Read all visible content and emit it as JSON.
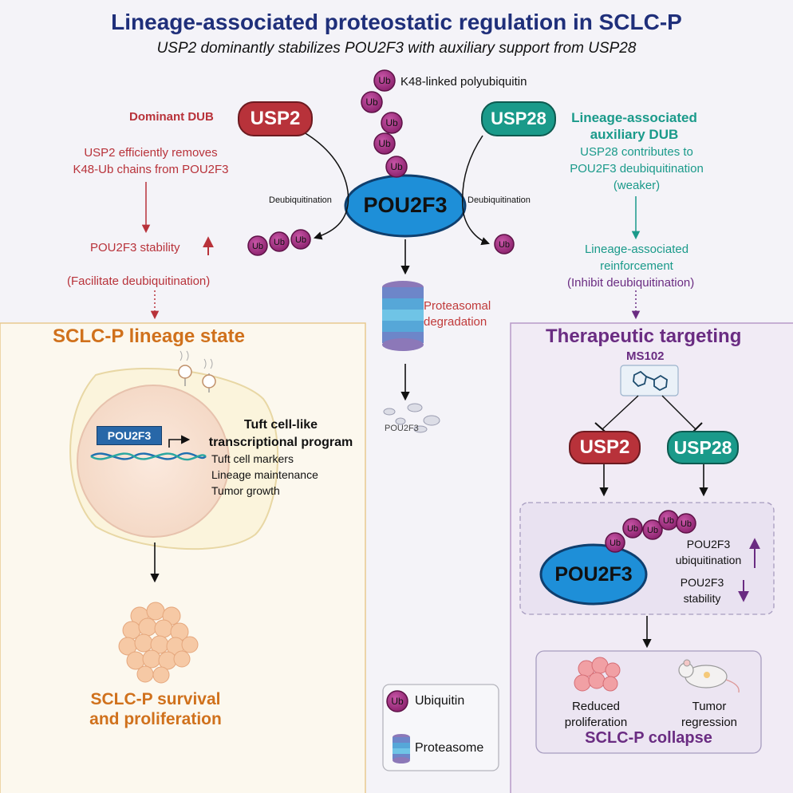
{
  "title": "Lineage-associated proteostatic regulation in SCLC-P",
  "subtitle": "USP2 dominantly stabilizes POU2F3 with auxiliary support from USP28",
  "top": {
    "ub_chain_label": "K48-linked polyubiquitin",
    "ub": "Ub",
    "pou2f3": "POU2F3",
    "deubiq_left": "Deubiquitination",
    "deubiq_right": "Deubiquitination",
    "proteasomal_degradation": [
      "Proteasomal",
      "degradation"
    ],
    "fragments_label": "POU2F3"
  },
  "left_branch": {
    "dominant_dub": "Dominant DUB",
    "usp2": "USP2",
    "desc": [
      "USP2 efficiently removes",
      "K48-Ub chains from POU2F3"
    ],
    "stability": "POU2F3 stability",
    "facilitate": "(Facilitate deubiquitination)"
  },
  "right_branch": {
    "usp28": "USP28",
    "heading": [
      "Lineage-associated",
      "auxiliary DUB"
    ],
    "desc": [
      "USP28 contributes to",
      "POU2F3 deubiquitination",
      "(weaker)"
    ],
    "reinforcement": [
      "Lineage-associated",
      "reinforcement"
    ],
    "inhibit": "(Inhibit deubiquitination)"
  },
  "lineage_panel": {
    "title": "SCLC-P lineage state",
    "pou2f3_box": "POU2F3",
    "program": [
      "Tuft cell-like",
      "transcriptional program"
    ],
    "items": [
      "Tuft cell markers",
      "Lineage maintenance",
      "Tumor growth"
    ],
    "outcome": [
      "SCLC-P survival",
      "and proliferation"
    ]
  },
  "legend": {
    "ub": "Ub",
    "ubiquitin": "Ubiquitin",
    "proteasome": "Proteasome"
  },
  "therapy_panel": {
    "title": "Therapeutic targeting",
    "drug": "MS102",
    "usp2": "USP2",
    "usp28": "USP28",
    "pou2f3": "POU2F3",
    "ub": "Ub",
    "ubiquitination": [
      "POU2F3",
      "ubiquitination"
    ],
    "stability": [
      "POU2F3",
      "stability"
    ],
    "reduced": [
      "Reduced",
      "proliferation"
    ],
    "regression": [
      "Tumor",
      "regression"
    ],
    "collapse": "SCLC-P collapse"
  },
  "colors": {
    "navy": "#1f2f7a",
    "red": "#b8323a",
    "teal": "#1a9a8a",
    "purple": "#6a2c82",
    "orange": "#d0711c",
    "blue": "#1e8fd8",
    "ub": "#a53384"
  }
}
